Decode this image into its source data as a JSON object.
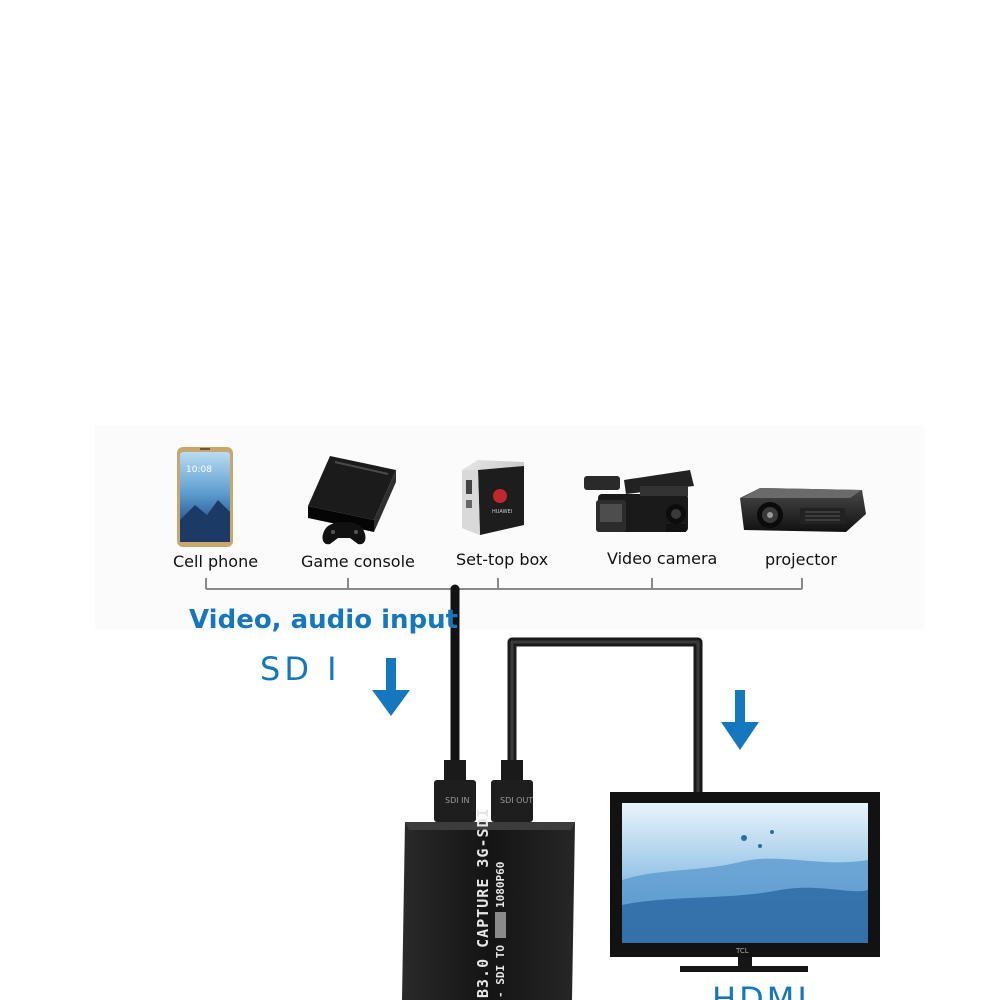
{
  "devices": [
    {
      "label": "Cell phone",
      "icon": "cell-phone-icon"
    },
    {
      "label": "Game console",
      "icon": "game-console-icon"
    },
    {
      "label": "Set-top box",
      "icon": "set-top-box-icon"
    },
    {
      "label": "Video camera",
      "icon": "video-camera-icon"
    },
    {
      "label": "projector",
      "icon": "projector-icon"
    }
  ],
  "input": {
    "heading": "Video, audio input",
    "sdi_label": "SD I"
  },
  "capture_device": {
    "line1": "B3.0 CAPTURE 3G-SDI",
    "line2": "- SDI TO",
    "line2_tail": "1080P60",
    "port_left": "SDI IN",
    "port_right": "SDI OUT"
  },
  "output": {
    "label": "HDMI",
    "monitor_brand": "TCL"
  },
  "colors": {
    "accent": "#1577bd",
    "cable": "#1a1a1a",
    "bracket": "#8a8a8a"
  }
}
